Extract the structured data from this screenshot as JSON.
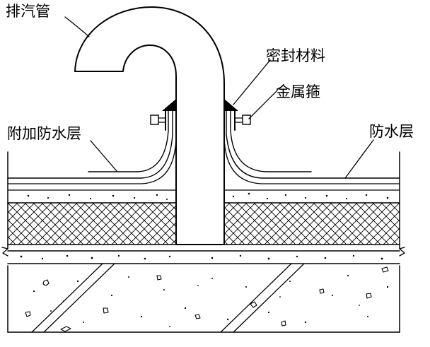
{
  "labels": {
    "exhaust_pipe": "排汽管",
    "sealing_material": "密封材料",
    "metal_hoop": "金属箍",
    "additional_waterproof_layer": "附加防水层",
    "waterproof_layer": "防水层"
  },
  "colors": {
    "ink": "#000000",
    "paper": "#ffffff"
  }
}
